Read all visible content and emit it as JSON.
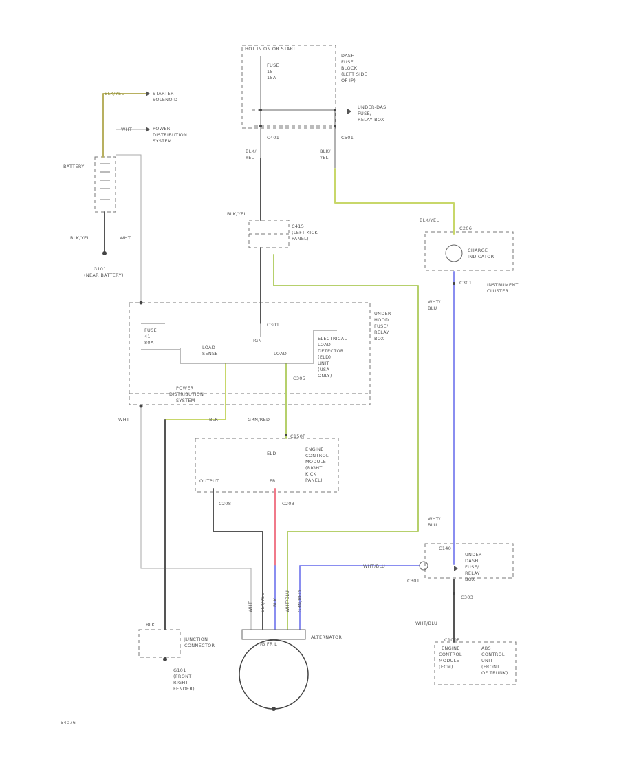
{
  "title": "",
  "labels": {
    "hot_in_on": "HOT IN ON OR START",
    "fuse15_a": "FUSE",
    "fuse15_b": "15",
    "fuse15_c": "15A",
    "dash_fuse_1": "DASH",
    "dash_fuse_2": "FUSE",
    "dash_fuse_3": "BLOCK",
    "dash_fuse_4": "(LEFT SIDE",
    "dash_fuse_5": "OF IP)",
    "udf_top_1": "UNDER-DASH",
    "udf_top_2": "FUSE/",
    "udf_top_3": "RELAY BOX",
    "c401": "C401",
    "c501": "C501",
    "blk_yel_1": "BLK/",
    "blk_yel_1b": "YEL",
    "blk_yel_2": "BLK/",
    "blk_yel_2b": "YEL",
    "starter_wire": "BLK/YEL",
    "starter_sol_1": "STARTER",
    "starter_sol_2": "SOLENOID",
    "power_dist_1": "POWER",
    "power_dist_2": "DISTRIBUTION",
    "power_dist_3": "SYSTEM",
    "wht_top": "WHT",
    "battery": "BATTERY",
    "blk_yel_left": "BLK/YEL",
    "wht_left": "WHT",
    "g101_1": "G101",
    "g101_2": "(NEAR BATTERY)",
    "blk_yel_c415": "BLK/YEL",
    "c415_1": "C415",
    "c415_2": "(LEFT KICK",
    "c415_3": "PANEL)",
    "blk_yel_c206": "BLK/YEL",
    "c206": "C206",
    "charge_ind_1": "CHARGE",
    "charge_ind_2": "INDICATOR",
    "instrument_1": "INSTRUMENT",
    "instrument_2": "CLUSTER",
    "whtblu_1": "WHT/",
    "whtblu_1b": "BLU",
    "c301": "C301",
    "ign": "IGN",
    "fuse_pds_a": "FUSE",
    "fuse_pds_b": "41",
    "fuse_pds_c": "80A",
    "load_sense": "LOAD",
    "load_sense_b": "SENSE",
    "load_detect": "LOAD",
    "c305": "C305",
    "eld_1": "ELECTRICAL",
    "eld_2": "LOAD",
    "eld_3": "DETECTOR",
    "eld_4": "(ELD)",
    "eld_5": "UNIT",
    "eld_6": "(USA",
    "eld_7": "ONLY)",
    "uh_1": "UNDER-",
    "uh_2": "HOOD",
    "uh_3": "FUSE/",
    "uh_4": "RELAY",
    "uh_5": "BOX",
    "pds2_1": "POWER",
    "pds2_2": "DISTRIBUTION",
    "pds2_3": "SYSTEM",
    "wht_mid": "WHT",
    "blk_mid": "BLK",
    "grnred": "GRN/RED",
    "c150p": "C150P",
    "elg": "ELD",
    "ecm_1": "ENGINE",
    "ecm_2": "CONTROL",
    "ecm_3": "MODULE",
    "ecm_4": "(RIGHT",
    "ecm_5": "KICK",
    "ecm_6": "PANEL)",
    "output": "OUTPUT",
    "fr": "FR",
    "c208_l": "C208",
    "c203": "C203",
    "whtblu_2": "WHT/",
    "whtblu_2b": "BLU",
    "c140": "C140",
    "udf_bot_1": "UNDER-",
    "udf_bot_2": "DASH",
    "udf_bot_3": "FUSE/",
    "udf_bot_4": "RELAY",
    "udf_bot_5": "BOX",
    "c301_b": "C301",
    "c303": "C303",
    "whtblu_3": "WHT/BLU",
    "whtblu_4": "WHT/BLU",
    "ecm2_1": "ENGINE",
    "ecm2_2": "CONTROL",
    "ecm2_3": "MODULE",
    "ecm2_4": "(ECM)",
    "abs_1": "ABS",
    "abs_2": "CONTROL",
    "abs_3": "UNIT",
    "abs_4": "(FRONT",
    "abs_5": "OF TRUNK)",
    "c100p": "C100P",
    "alt_wire_1": "WHT",
    "alt_wire_2": "BLK/YEL",
    "alt_wire_3": "BLK",
    "alt_wire_4": "WHT/BLU",
    "alt_wire_5": "GRN/RED",
    "alternator": "ALTERNATOR",
    "alt_term": "IG FR L",
    "blk_jc": "BLK",
    "jc_1": "JUNCTION",
    "jc_2": "CONNECTOR",
    "g101b_1": "G101",
    "g101b_2": "(FRONT",
    "g101b_3": "RIGHT",
    "g101b_4": "FENDER)",
    "footer": "54076"
  },
  "colors": {
    "background": "#ffffff",
    "wire_black": "#555555",
    "wire_white": "#c8c8c8",
    "wire_yellow": "#c8d76a",
    "wire_green": "#b6d06c",
    "wire_blue": "#8a8ef0",
    "wire_red": "#f07a8a",
    "text": "#555555"
  }
}
